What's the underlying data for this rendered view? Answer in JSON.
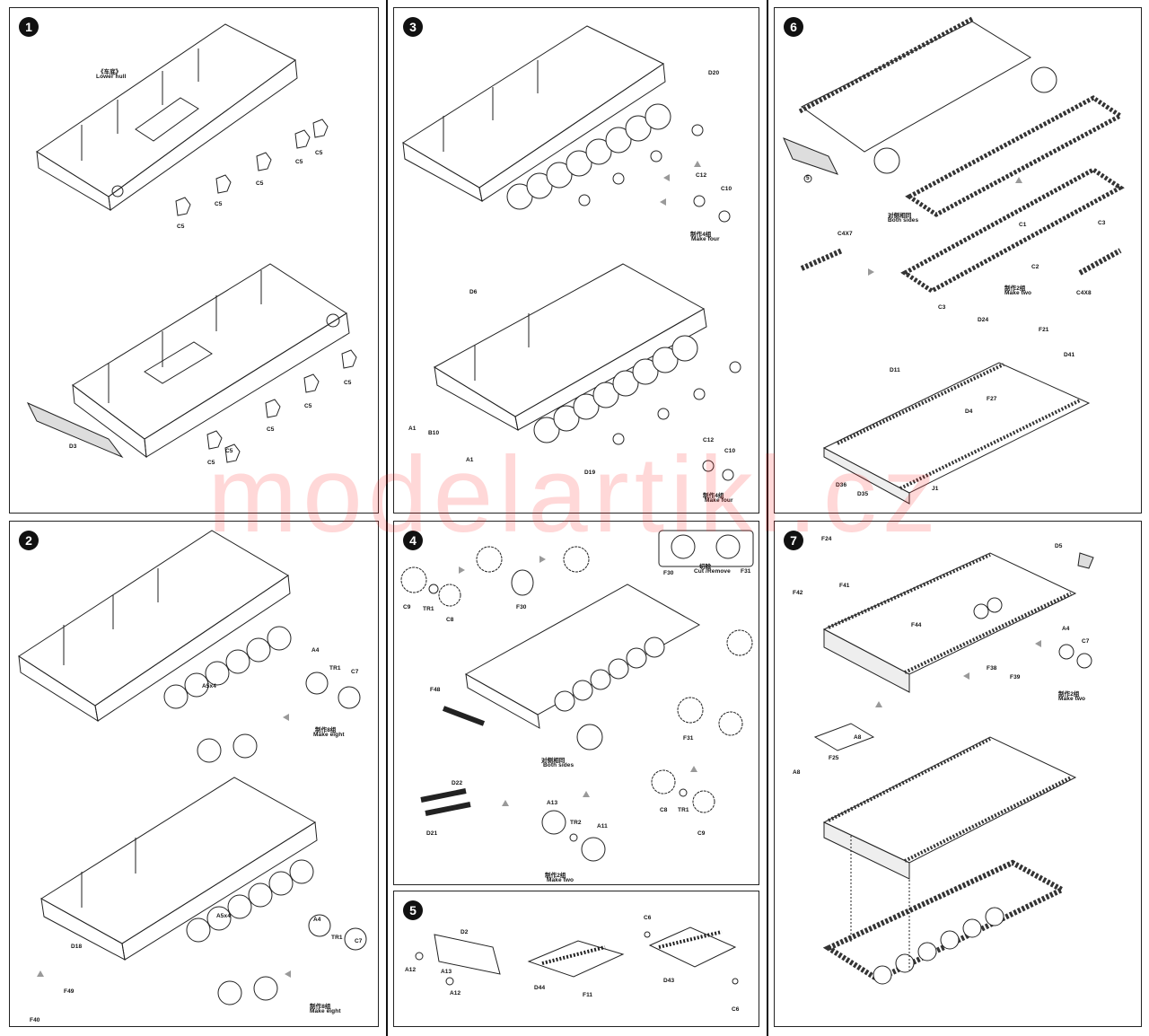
{
  "watermark": "modelartikl.cz",
  "steps": {
    "s1": {
      "number": "1",
      "labels": {
        "hull_zh": "《车底》",
        "hull_en": "Lower hull",
        "c5": "C5",
        "d3": "D3"
      }
    },
    "s2": {
      "number": "2",
      "labels": {
        "a5x4": "A5x4",
        "a4": "A4",
        "tr1": "TR1",
        "c7": "C7",
        "make_zh": "制作8组",
        "make_en": "Make eight",
        "d18": "D18",
        "f49": "F49",
        "f40": "F40"
      }
    },
    "s3": {
      "number": "3",
      "labels": {
        "d20": "D20",
        "c12": "C12",
        "c10": "C10",
        "make_zh": "制作4组",
        "make_en": "Make four",
        "d6": "D6",
        "a1": "A1",
        "b10": "B10",
        "d19": "D19"
      }
    },
    "s4": {
      "number": "4",
      "labels": {
        "c9": "C9",
        "tr1": "TR1",
        "c8": "C8",
        "f30": "F30",
        "f31": "F31",
        "cut_zh": "切除",
        "cut_en": "Cut /Remove",
        "f48": "F48",
        "both_zh": "对侧相同",
        "both_en": "Both sides",
        "d22": "D22",
        "d21": "D21",
        "a13": "A13",
        "tr2": "TR2",
        "a11": "A11",
        "make_zh": "制作2组",
        "make_en": "Make two"
      }
    },
    "s5": {
      "number": "5",
      "labels": {
        "d2": "D2",
        "a12": "A12",
        "a13": "A13",
        "d44": "D44",
        "f11": "F11",
        "c6": "C6",
        "d43": "D43"
      }
    },
    "s6": {
      "number": "6",
      "labels": {
        "both_zh": "对侧相同",
        "both_en": "Both sides",
        "c1": "C1",
        "c2": "C2",
        "c3": "C3",
        "make_zh": "制作2组",
        "make_en": "Make two",
        "c4x7": "C4X7",
        "c4x8": "C4X8",
        "d24": "D24",
        "f21": "F21",
        "d41": "D41",
        "d11": "D11",
        "f27": "F27",
        "d4": "D4",
        "d36": "D36",
        "d35": "D35",
        "j1": "J1",
        "marker": "5"
      }
    },
    "s7": {
      "number": "7",
      "labels": {
        "f24": "F24",
        "f42": "F42",
        "f41": "F41",
        "d5": "D5",
        "f44": "F44",
        "a4": "A4",
        "c7": "C7",
        "make_zh": "制作2组",
        "make_en": "Make two",
        "f38": "F38",
        "f39": "F39",
        "a8": "A8",
        "f25": "F25"
      }
    }
  }
}
